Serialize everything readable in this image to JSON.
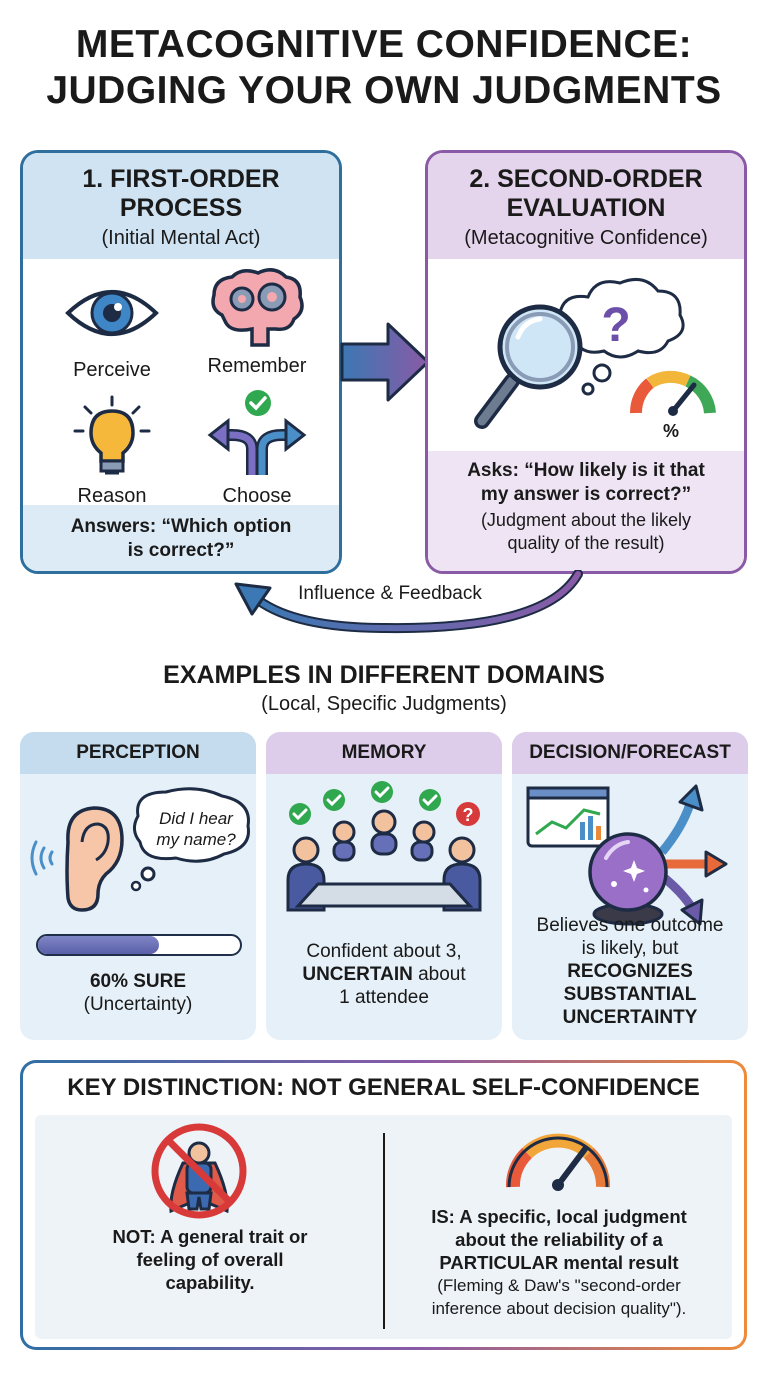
{
  "title": {
    "line1": "METACOGNITIVE CONFIDENCE:",
    "line2": "JUDGING YOUR OWN JUDGMENTS"
  },
  "first_order": {
    "title_line1": "1. FIRST-ORDER",
    "title_line2": "PROCESS",
    "subtitle": "(Initial Mental Act)",
    "items": [
      {
        "label": "Perceive",
        "icon": "eye-icon"
      },
      {
        "label": "Remember",
        "icon": "brain-gears-icon"
      },
      {
        "label": "Reason",
        "icon": "lightbulb-icon"
      },
      {
        "label": "Choose",
        "icon": "fork-arrows-icon"
      }
    ],
    "answer_line1": "Answers: “Which option",
    "answer_line2": "is correct?”"
  },
  "second_order": {
    "title_line1": "2. SECOND-ORDER",
    "title_line2": "EVALUATION",
    "subtitle": "(Metacognitive Confidence)",
    "gauge_label": "%",
    "question_mark": "?",
    "ask_line1": "Asks: “How likely is it that",
    "ask_line2": "my answer is correct?”",
    "note_line1": "(Judgment about the likely",
    "note_line2": "quality of the result)"
  },
  "feedback_label": "Influence & Feedback",
  "examples": {
    "title": "EXAMPLES IN DIFFERENT DOMAINS",
    "subtitle": "(Local, Specific Judgments)",
    "perception": {
      "header": "PERCEPTION",
      "bubble_line1": "Did I hear",
      "bubble_line2": "my name?",
      "confidence": 0.6,
      "sure_label": "60% SURE",
      "sure_note": "(Uncertainty)"
    },
    "memory": {
      "header": "MEMORY",
      "line1": "Confident about 3,",
      "line2_bold": "UNCERTAIN",
      "line2_rest": " about",
      "line3": "1 attendee",
      "badge_question": "?"
    },
    "decision": {
      "header": "DECISION/FORECAST",
      "line1": "Believes one outcome",
      "line2": "is likely, but",
      "line3": "RECOGNIZES",
      "line4": "SUBSTANTIAL",
      "line5": "UNCERTAINTY"
    }
  },
  "key": {
    "title": "KEY DISTINCTION: NOT GENERAL SELF-CONFIDENCE",
    "not_line1": "NOT: A general trait or",
    "not_line2": "feeling of overall",
    "not_line3": "capability.",
    "is_line1": "IS: A specific, local judgment",
    "is_line2": "about the reliability of a",
    "is_line3": "PARTICULAR mental result",
    "cite_line1": "(Fleming & Daw's \"second-order",
    "cite_line2": "inference about decision quality\")."
  },
  "colors": {
    "blue_border": "#2e6f9e",
    "purple_border": "#8a5aa6",
    "orange_accent": "#ee8b3a",
    "check_green": "#2fa84f",
    "question_red": "#d63a3a"
  }
}
